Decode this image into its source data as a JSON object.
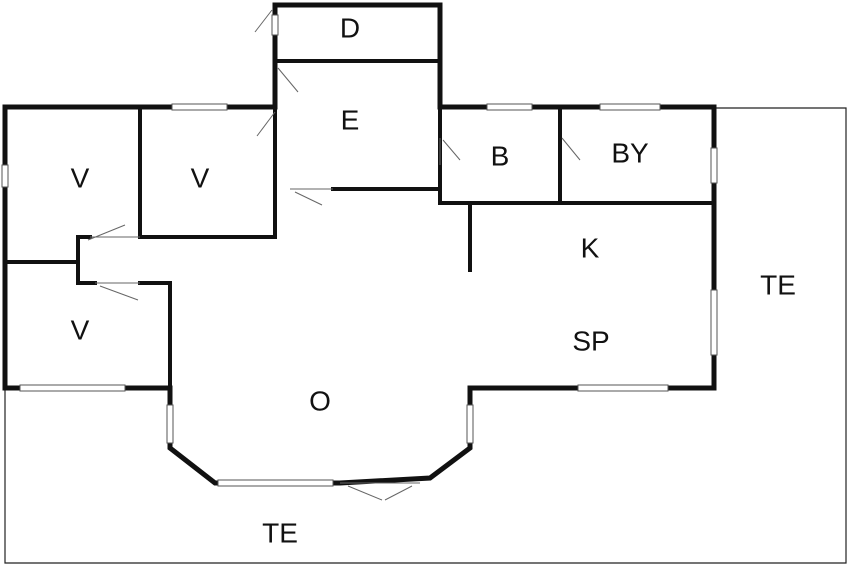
{
  "rooms": {
    "d": "D",
    "e": "E",
    "v1": "V",
    "v2": "V",
    "v3": "V",
    "b": "B",
    "by": "BY",
    "k": "K",
    "sp": "SP",
    "o": "O",
    "te_right": "TE",
    "te_bottom": "TE"
  }
}
